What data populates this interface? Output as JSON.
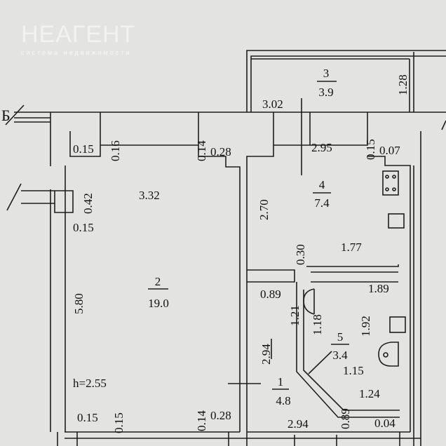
{
  "axis_label": "Б",
  "ceiling_height": "h=2.55",
  "rooms": [
    {
      "number": "1",
      "area": "4.8"
    },
    {
      "number": "2",
      "area": "19.0"
    },
    {
      "number": "3",
      "area": "3.9"
    },
    {
      "number": "4",
      "area": "7.4"
    },
    {
      "number": "5",
      "area": "3.4"
    }
  ],
  "dimensions": {
    "d_0_15_a": "0.15",
    "d_0_16": "0.16",
    "d_0_14_a": "0.14",
    "d_0_28_a": "0.28",
    "d_3_02": "3.02",
    "d_1_28": "1.28",
    "d_2_95": "2.95",
    "d_0_15_b": "0.15",
    "d_0_07": "0.07",
    "d_0_42": "0.42",
    "d_3_32": "3.32",
    "d_0_15_c": "0.15",
    "d_2_70": "2.70",
    "d_0_30": "0.30",
    "d_1_77": "1.77",
    "d_5_80": "5.80",
    "d_0_89_a": "0.89",
    "d_1_89": "1.89",
    "d_1_21": "1.21",
    "d_1_18": "1.18",
    "d_1_92": "1.92",
    "d_2_94_a": "2.94",
    "d_1_15": "1.15",
    "d_1_24": "1.24",
    "d_0_15_d": "0.15",
    "d_0_15_e": "0.15",
    "d_0_14_b": "0.14",
    "d_0_28_b": "0.28",
    "d_2_94_b": "2.94",
    "d_0_89_b": "0.89",
    "d_0_04": "0.04"
  },
  "watermark": {
    "brand": "НЕАГЕНТ",
    "tagline": "система недвижимости"
  }
}
